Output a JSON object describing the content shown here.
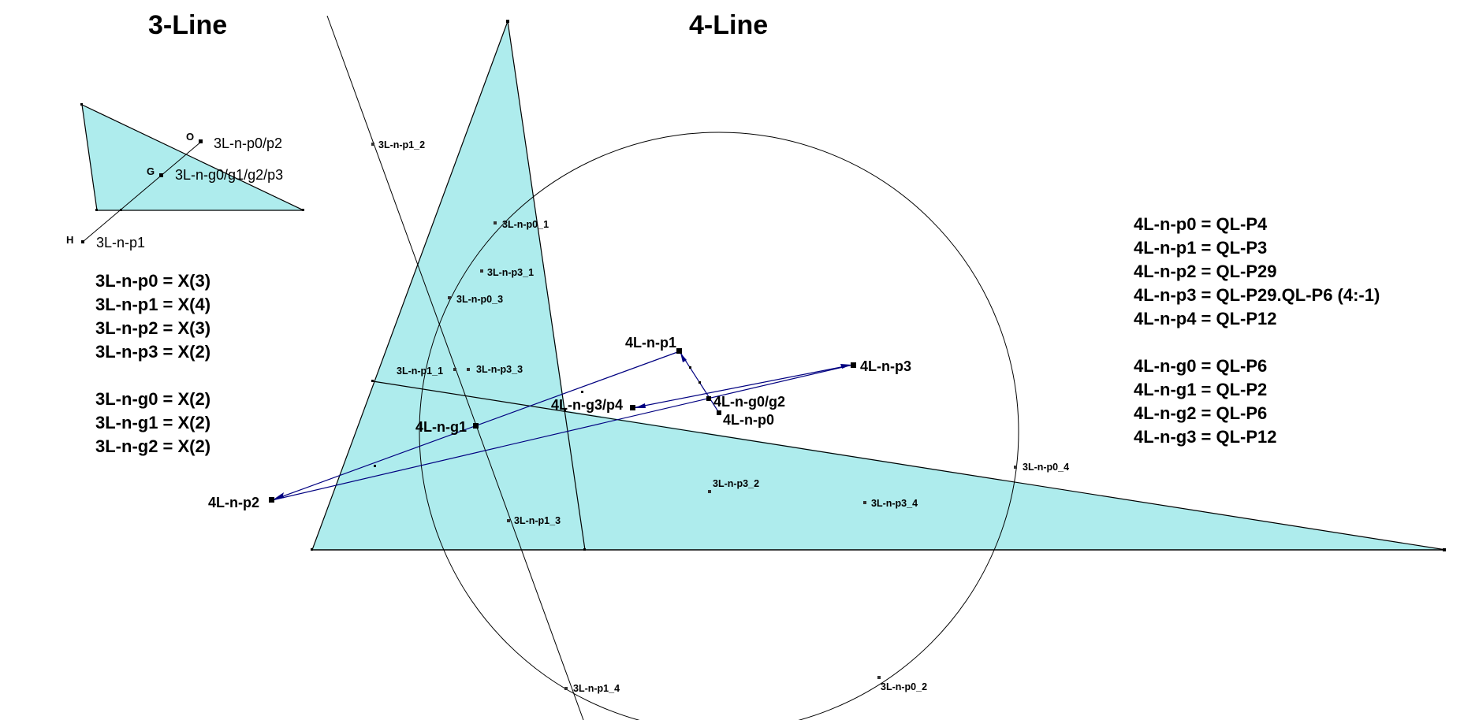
{
  "titles": {
    "three_line": "3-Line",
    "four_line": "4-Line"
  },
  "colors": {
    "fill": "#aeeced",
    "stroke": "#000000",
    "vector": "#000080"
  },
  "small_figure": {
    "letters": {
      "O": "O",
      "G": "G",
      "H": "H"
    },
    "labels": {
      "o": "3L-n-p0/p2",
      "g": "3L-n-g0/g1/g2/p3",
      "h": "3L-n-p1"
    }
  },
  "three_line_equations": {
    "p": [
      "3L-n-p0 = X(3)",
      "3L-n-p1 = X(4)",
      "3L-n-p2 = X(3)",
      "3L-n-p3 = X(2)"
    ],
    "g": [
      "3L-n-g0 = X(2)",
      "3L-n-g1 = X(2)",
      "3L-n-g2 = X(2)"
    ]
  },
  "four_line_equations": {
    "p": [
      "4L-n-p0 = QL-P4",
      "4L-n-p1 = QL-P3",
      "4L-n-p2 = QL-P29",
      "4L-n-p3 = QL-P29.QL-P6 (4:-1)",
      "4L-n-p4 = QL-P12"
    ],
    "g": [
      "4L-n-g0 = QL-P6",
      "4L-n-g1 = QL-P2",
      "4L-n-g2 = QL-P6",
      "4L-n-g3 = QL-P12"
    ]
  },
  "big_figure": {
    "point_labels_small": {
      "p1_2": "3L-n-p1_2",
      "p0_1": "3L-n-p0_1",
      "p3_1": "3L-n-p3_1",
      "p0_3": "3L-n-p0_3",
      "p1_1": "3L-n-p1_1",
      "p3_3": "3L-n-p3_3",
      "p1_3": "3L-n-p1_3",
      "p3_2": "3L-n-p3_2",
      "p3_4": "3L-n-p3_4",
      "p0_4": "3L-n-p0_4",
      "p1_4": "3L-n-p1_4",
      "p0_2": "3L-n-p0_2"
    },
    "point_labels_big": {
      "p1": "4L-n-p1",
      "p3": "4L-n-p3",
      "g0g2": "4L-n-g0/g2",
      "p0": "4L-n-p0",
      "g3p4": "4L-n-g3/p4",
      "g1": "4L-n-g1",
      "p2": "4L-n-p2"
    }
  }
}
